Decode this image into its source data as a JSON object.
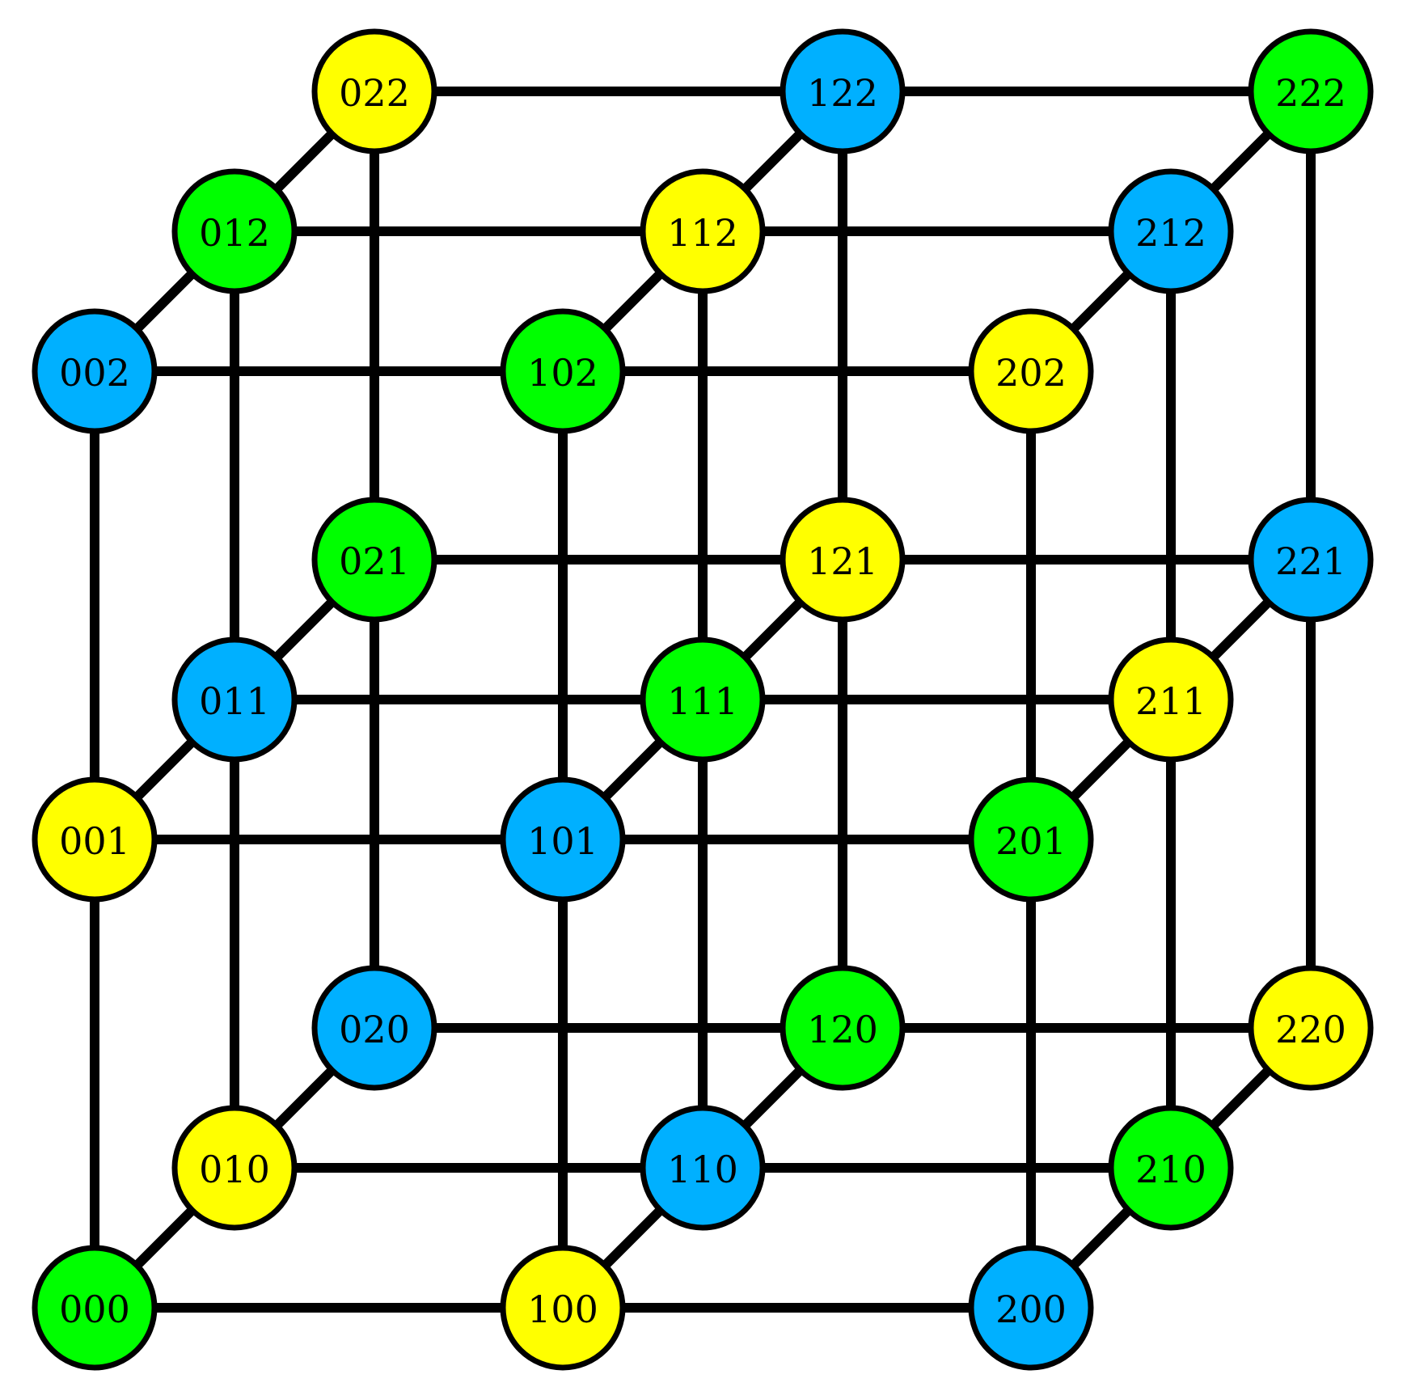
{
  "colors": {
    "green": "#00ff00",
    "yellow": "#ffff00",
    "blue": "#00b0ff",
    "edge": "#000000",
    "outline": "#000000"
  },
  "nodes": [
    {
      "label": "000",
      "color": "green"
    },
    {
      "label": "001",
      "color": "yellow"
    },
    {
      "label": "002",
      "color": "blue"
    },
    {
      "label": "010",
      "color": "yellow"
    },
    {
      "label": "011",
      "color": "blue"
    },
    {
      "label": "012",
      "color": "green"
    },
    {
      "label": "020",
      "color": "blue"
    },
    {
      "label": "021",
      "color": "green"
    },
    {
      "label": "022",
      "color": "yellow"
    },
    {
      "label": "100",
      "color": "yellow"
    },
    {
      "label": "101",
      "color": "blue"
    },
    {
      "label": "102",
      "color": "green"
    },
    {
      "label": "110",
      "color": "blue"
    },
    {
      "label": "111",
      "color": "green"
    },
    {
      "label": "112",
      "color": "yellow"
    },
    {
      "label": "120",
      "color": "green"
    },
    {
      "label": "121",
      "color": "yellow"
    },
    {
      "label": "122",
      "color": "blue"
    },
    {
      "label": "200",
      "color": "blue"
    },
    {
      "label": "201",
      "color": "green"
    },
    {
      "label": "202",
      "color": "yellow"
    },
    {
      "label": "210",
      "color": "green"
    },
    {
      "label": "211",
      "color": "yellow"
    },
    {
      "label": "212",
      "color": "blue"
    },
    {
      "label": "220",
      "color": "yellow"
    },
    {
      "label": "221",
      "color": "blue"
    },
    {
      "label": "222",
      "color": "green"
    }
  ]
}
